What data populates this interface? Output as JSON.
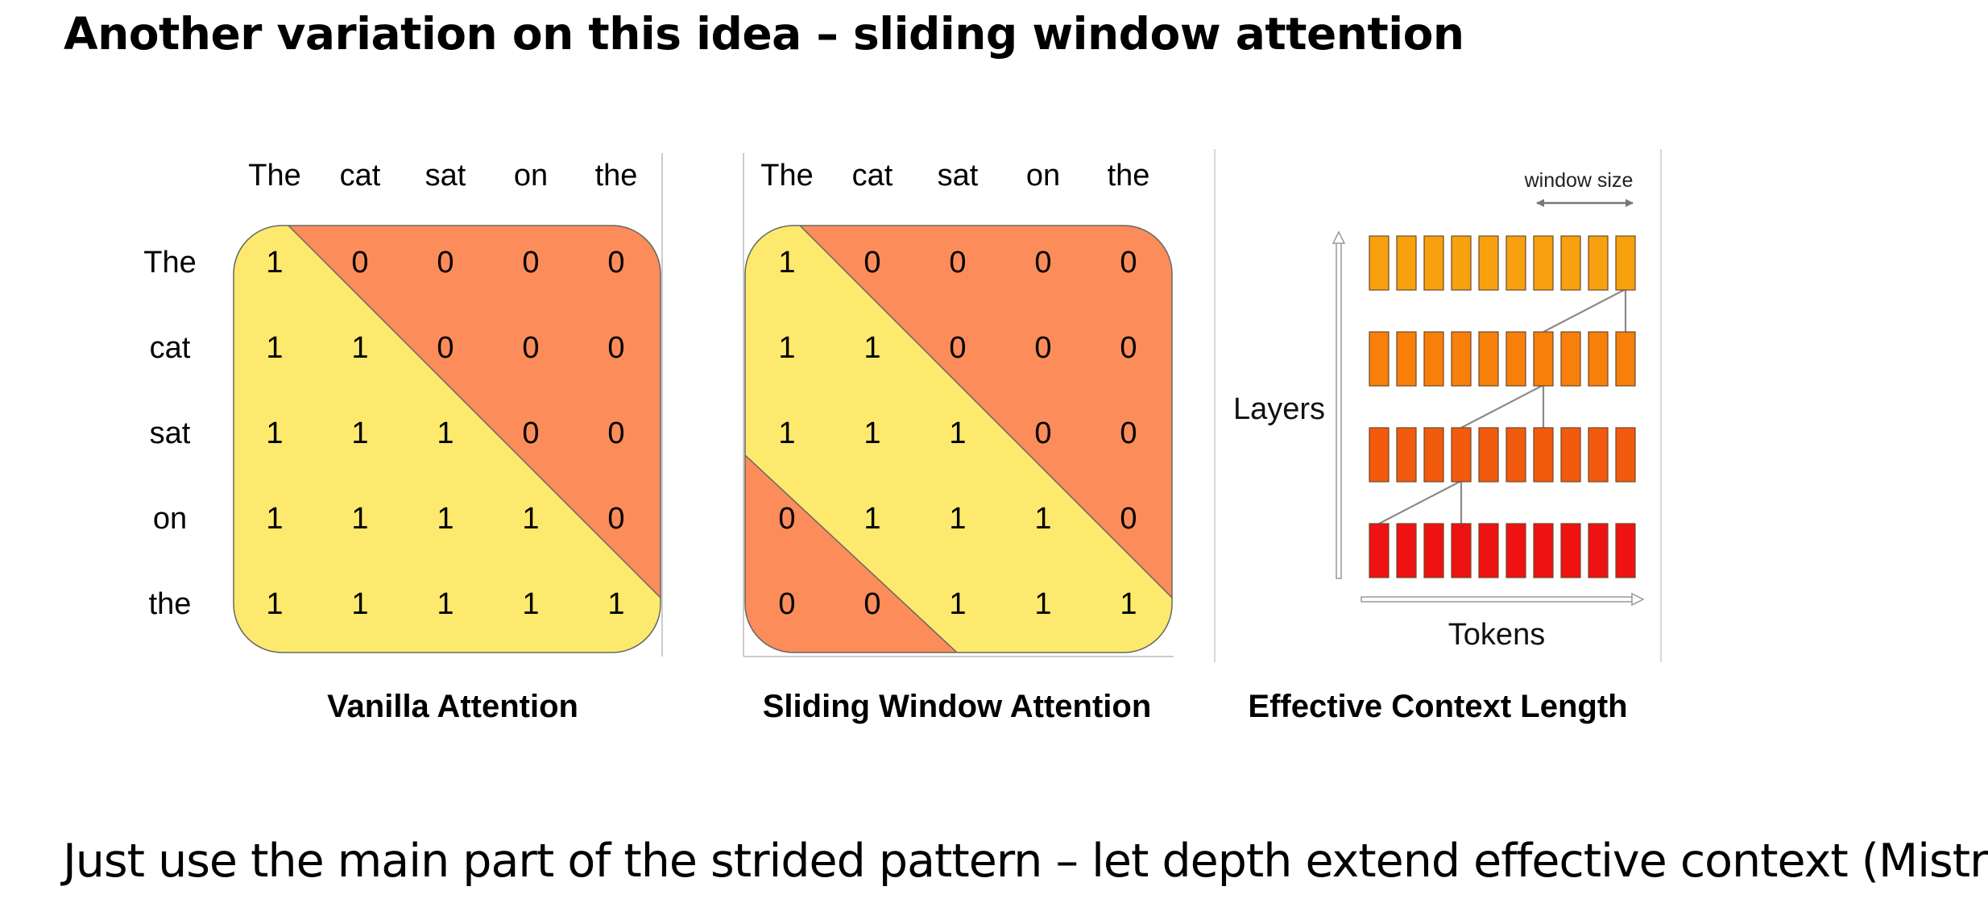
{
  "slide": {
    "title": "Another variation on this idea – sliding window attention",
    "caption": "Just use the main part of the strided pattern – let depth extend effective context (Mistral)"
  },
  "tokens": [
    "The",
    "cat",
    "sat",
    "on",
    "the"
  ],
  "panels": {
    "vanilla": {
      "title": "Vanilla Attention",
      "matrix": [
        [
          1,
          0,
          0,
          0,
          0
        ],
        [
          1,
          1,
          0,
          0,
          0
        ],
        [
          1,
          1,
          1,
          0,
          0
        ],
        [
          1,
          1,
          1,
          1,
          0
        ],
        [
          1,
          1,
          1,
          1,
          1
        ]
      ]
    },
    "sliding": {
      "title": "Sliding Window Attention",
      "matrix": [
        [
          1,
          0,
          0,
          0,
          0
        ],
        [
          1,
          1,
          0,
          0,
          0
        ],
        [
          1,
          1,
          1,
          0,
          0
        ],
        [
          0,
          1,
          1,
          1,
          0
        ],
        [
          0,
          0,
          1,
          1,
          1
        ]
      ]
    },
    "effective": {
      "title": "Effective Context Length",
      "window_label": "window size",
      "y_label": "Layers",
      "x_label": "Tokens",
      "layer_count": 4,
      "tokens_per_layer": 10,
      "layer_colors": [
        "#f7a10f",
        "#f77f0a",
        "#f25a0d",
        "#ee1212"
      ]
    }
  },
  "colors": {
    "attend": "#fce96e",
    "masked": "#fc8c59"
  }
}
